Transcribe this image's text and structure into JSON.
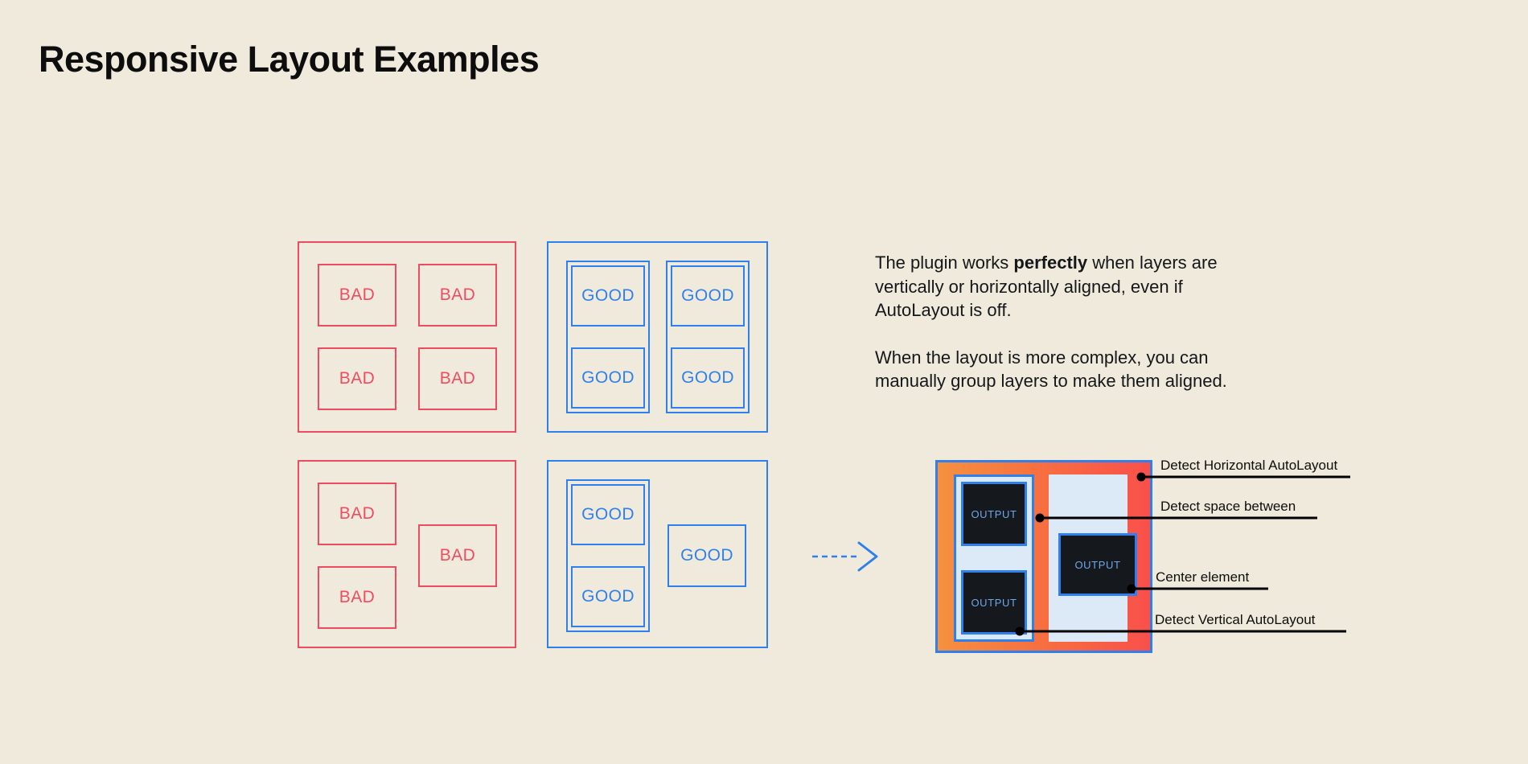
{
  "page": {
    "title": "Responsive Layout Examples",
    "background_color": "#F0EADC"
  },
  "colors": {
    "bad": "#EE4C61",
    "good": "#2F80ED",
    "text": "#14171A",
    "mock_orange": "#F5913F",
    "mock_red": "#F9504B",
    "mock_panel": "#DCEAF8",
    "mock_output_bg": "#15181C",
    "mock_output_text": "#6FA8E8",
    "annotation": "#000000"
  },
  "examples": {
    "bad_grid": {
      "label": "bad-aligned-grid",
      "cells": [
        {
          "text": "BAD"
        },
        {
          "text": "BAD"
        },
        {
          "text": "BAD"
        },
        {
          "text": "BAD"
        }
      ]
    },
    "good_grid": {
      "label": "good-aligned-grid",
      "columns": [
        {
          "cells": [
            {
              "text": "GOOD"
            },
            {
              "text": "GOOD"
            }
          ]
        },
        {
          "cells": [
            {
              "text": "GOOD"
            },
            {
              "text": "GOOD"
            }
          ]
        }
      ]
    },
    "bad_complex": {
      "label": "bad-complex-layout",
      "cells": [
        {
          "text": "BAD"
        },
        {
          "text": "BAD"
        },
        {
          "text": "BAD"
        }
      ]
    },
    "good_complex": {
      "label": "good-complex-layout",
      "grouped_cells": [
        {
          "text": "GOOD"
        },
        {
          "text": "GOOD"
        }
      ],
      "loose_cells": [
        {
          "text": "GOOD"
        }
      ]
    },
    "arrow": {
      "icon": "dashed-arrow-right-icon"
    }
  },
  "copy": {
    "paragraph_1": {
      "before": "The plugin works ",
      "bold": "perfectly",
      "after": " when layers are vertically or horizontally aligned, even if AutoLayout is off."
    },
    "paragraph_2": "When the layout is more complex, you can manually group layers to make them aligned."
  },
  "mock": {
    "output_labels": [
      "OUTPUT",
      "OUTPUT",
      "OUTPUT"
    ],
    "callouts": [
      {
        "label": "Detect Horizontal AutoLayout"
      },
      {
        "label": "Detect space between"
      },
      {
        "label": "Center element"
      },
      {
        "label": "Detect Vertical AutoLayout"
      }
    ]
  }
}
